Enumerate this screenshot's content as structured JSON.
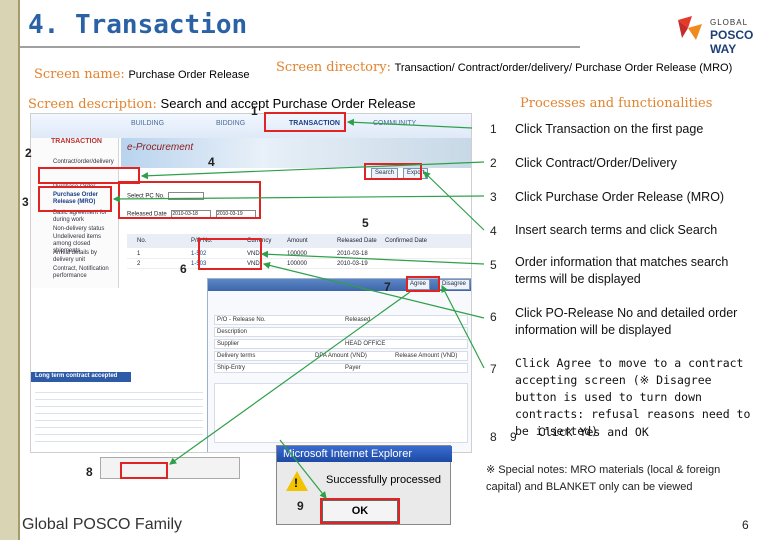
{
  "header": {
    "title": "4. Transaction",
    "logo_top": "GLOBAL",
    "logo_main": "POSCO WAY"
  },
  "meta": {
    "screen_name_label": "Screen name:",
    "screen_name": "Purchase Order Release",
    "screen_directory_label": "Screen directory:",
    "screen_directory": "Transaction/ Contract/order/delivery/ Purchase Order Release (MRO)",
    "screen_description_label": "Screen description:",
    "screen_description": "Search and accept Purchase Order Release"
  },
  "screenshot": {
    "nav": [
      "BUILDING",
      "BIDDING",
      "TRANSACTION",
      "COMMUNITY"
    ],
    "brand": "e-Procurement",
    "sidebar_head": "TRANSACTION",
    "sidebar_items": [
      "Contract/order/delivery",
      "Purchase Order",
      "Purchase Order Release (MRO)",
      "Basic agreement for during work",
      "Non-delivery status",
      "Undelivered items among closed shipments",
      "Arrival details by delivery unit",
      "Contract, Notification performance"
    ],
    "select_pc_label": "Select PC No.",
    "released_date_label": "Released Date",
    "date_from": "2010-03-18",
    "date_to": "2010-03-19",
    "search_btn": "Search",
    "export_btn": "Export",
    "table_headers": [
      "No.",
      "P/O No.",
      "Currency",
      "Amount",
      "Released Date",
      "Confirmed Date"
    ],
    "table_rows": [
      [
        "1",
        "1-502",
        "VND",
        "100000",
        "2010-03-18",
        ""
      ],
      [
        "2",
        "1-503",
        "VND",
        "100000",
        "2010-03-19",
        ""
      ]
    ],
    "agree_btn": "Agree",
    "disagree_btn": "Disagree",
    "popup_fields": [
      "P/O - Release No.",
      "Description",
      "Supplier",
      "Delivery terms",
      "Ship-Entry"
    ],
    "popup_values": [
      "Released",
      "HEAD OFFICE",
      "DPA Amount (VND)",
      "Release Amount (VND)",
      "Payer"
    ],
    "alert_heading": "Long term contract accepted",
    "dialog_title": "Microsoft Internet Explorer",
    "dialog_message": "Successfully processed",
    "ok": "OK"
  },
  "processes": {
    "title": "Processes and functionalities",
    "items": [
      {
        "num": "1",
        "text": "Click Transaction on the first page"
      },
      {
        "num": "2",
        "text": "Click Contract/Order/Delivery"
      },
      {
        "num": "3",
        "text": "Click Purchase Order Release (MRO)"
      },
      {
        "num": "4",
        "text": "Insert search terms and click Search"
      },
      {
        "num": "5",
        "text": "Order information that matches search terms will be displayed"
      },
      {
        "num": "6",
        "text": "Click PO-Release No and detailed order information will be displayed"
      },
      {
        "num": "7",
        "text": "Click Agree to move to a contract accepting screen (※ Disagree button is used to turn down contracts: refusal reasons need to be inserted)"
      },
      {
        "num": "8",
        "num2": "9",
        "text": "Click Yes and OK"
      }
    ],
    "note": "※ Special notes: MRO materials (local & foreign capital) and BLANKET only can be viewed"
  },
  "markers": [
    "1",
    "2",
    "3",
    "4",
    "5",
    "6",
    "7",
    "8",
    "9"
  ],
  "footer": {
    "left": "Global POSCO Family",
    "page": "6"
  },
  "colors": {
    "title": "#2b62a6",
    "label": "#e2832d",
    "highlight_box": "#e02424",
    "arrow": "#2ea04a"
  }
}
